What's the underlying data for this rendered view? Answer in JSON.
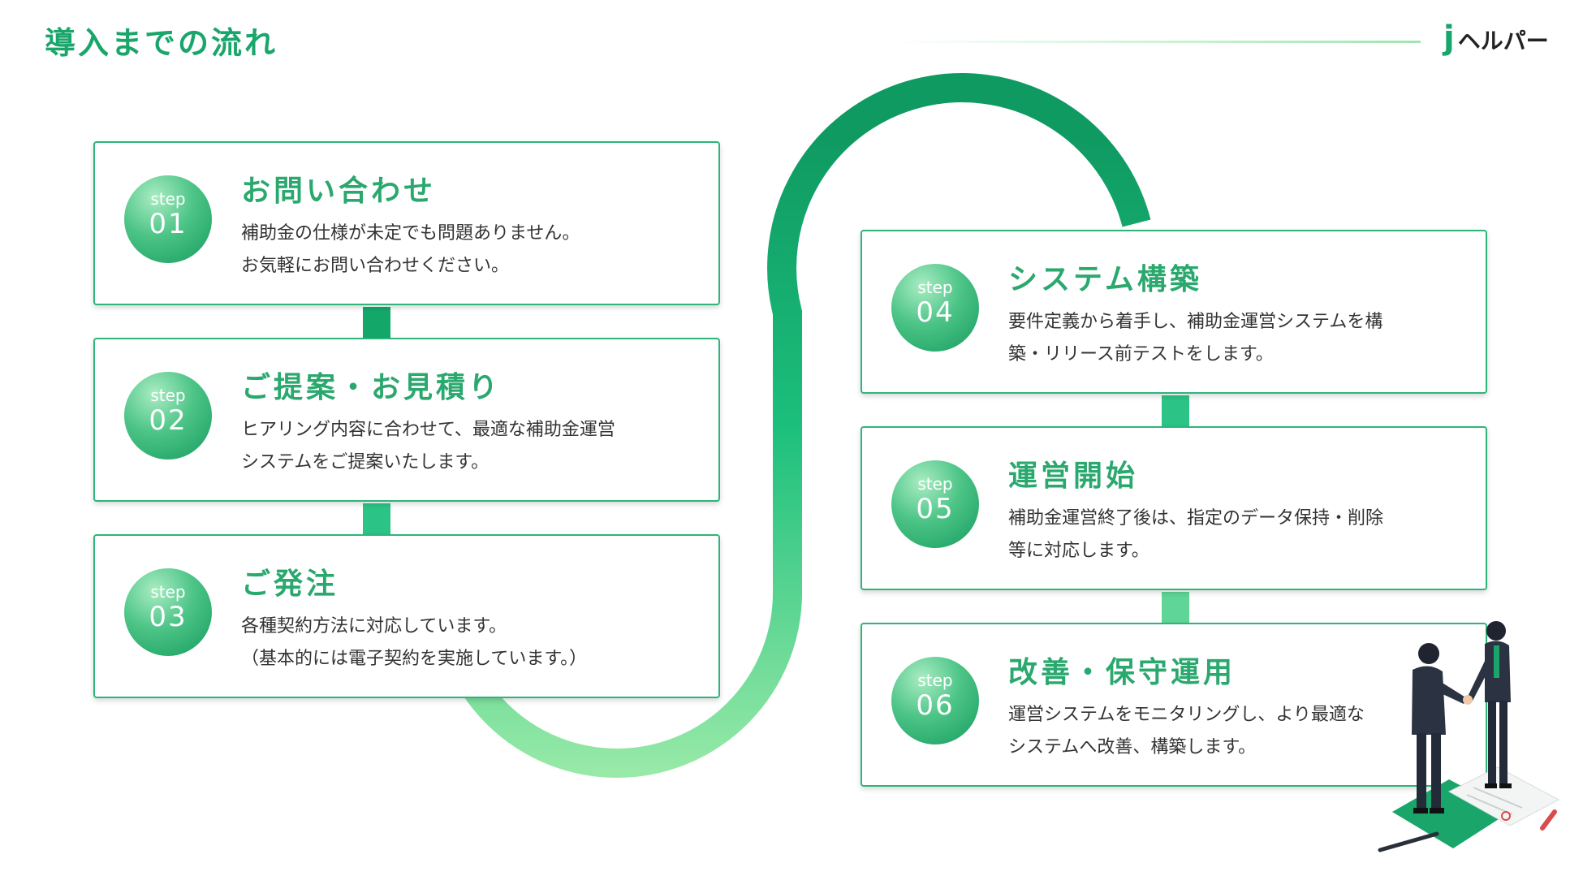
{
  "header": {
    "title": "導入までの流れ",
    "brand_mark": "j",
    "brand_name": "ヘルパー"
  },
  "steps": [
    {
      "step_label": "step",
      "number": "01",
      "title": "お問い合わせ",
      "desc_line1": "補助金の仕様が未定でも問題ありません。",
      "desc_line2": "お気軽にお問い合わせください。"
    },
    {
      "step_label": "step",
      "number": "02",
      "title": "ご提案・お見積り",
      "desc_line1": "ヒアリング内容に合わせて、最適な補助金運営",
      "desc_line2": "システムをご提案いたします。"
    },
    {
      "step_label": "step",
      "number": "03",
      "title": "ご発注",
      "desc_line1": "各種契約方法に対応しています。",
      "desc_line2": "（基本的には電子契約を実施しています。）"
    },
    {
      "step_label": "step",
      "number": "04",
      "title": "システム構築",
      "desc_line1": "要件定義から着手し、補助金運営システムを構",
      "desc_line2": "築・リリース前テストをします。"
    },
    {
      "step_label": "step",
      "number": "05",
      "title": "運営開始",
      "desc_line1": "補助金運営終了後は、指定のデータ保持・削除",
      "desc_line2": "等に対応します。"
    },
    {
      "step_label": "step",
      "number": "06",
      "title": "改善・保守運用",
      "desc_line1": "運営システムをモニタリングし、より最適な",
      "desc_line2": "システムへ改善、構築します。"
    }
  ],
  "colors": {
    "accent": "#1aa56b",
    "flow_dark": "#0f9a62",
    "flow_mid": "#1cbf7c",
    "flow_light": "#9aeaa8"
  }
}
